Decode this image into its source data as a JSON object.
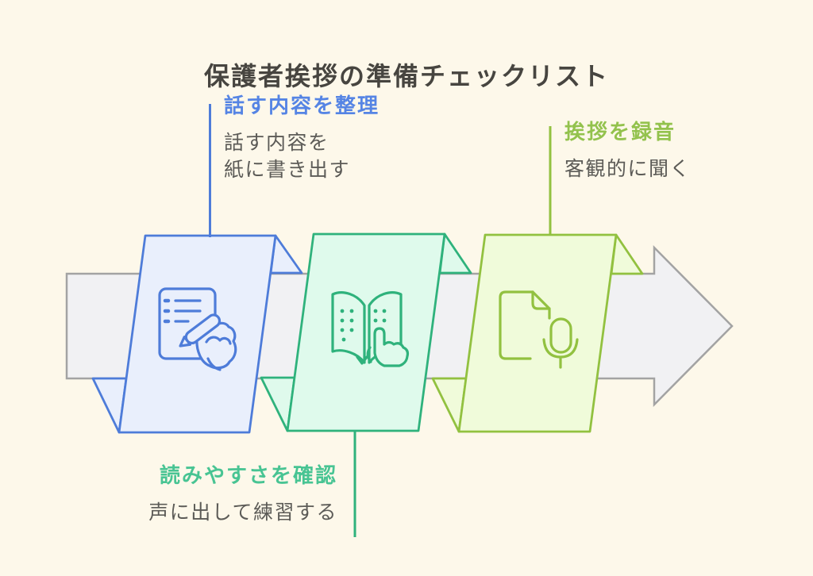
{
  "title": "保護者挨拶の準備チェックリスト",
  "colors": {
    "page_bg": "#fdf8ea",
    "title_text": "#474540",
    "body_text": "#5c5b57",
    "blue_accent": "#4e7cd9",
    "blue_heading": "#5584e4",
    "blue_fill": "#e9effc",
    "teal_accent": "#2fb27c",
    "teal_heading": "#48c493",
    "teal_fill": "#dffaec",
    "lime_accent": "#92c140",
    "lime_heading": "#93c24d",
    "lime_fill": "#f0fbda",
    "arrow_fill": "#f1f1f3",
    "arrow_stroke": "#a3a3a3"
  },
  "steps": [
    {
      "heading": "話す内容を整理",
      "body": "話す内容を\n紙に書き出す",
      "icon": "note-and-pen-icon",
      "color_key": "blue"
    },
    {
      "heading": "読みやすさを確認",
      "body": "声に出して練習する",
      "icon": "open-book-finger-icon",
      "color_key": "teal"
    },
    {
      "heading": "挨拶を録音",
      "body": "客観的に聞く",
      "icon": "document-microphone-icon",
      "color_key": "lime"
    }
  ]
}
